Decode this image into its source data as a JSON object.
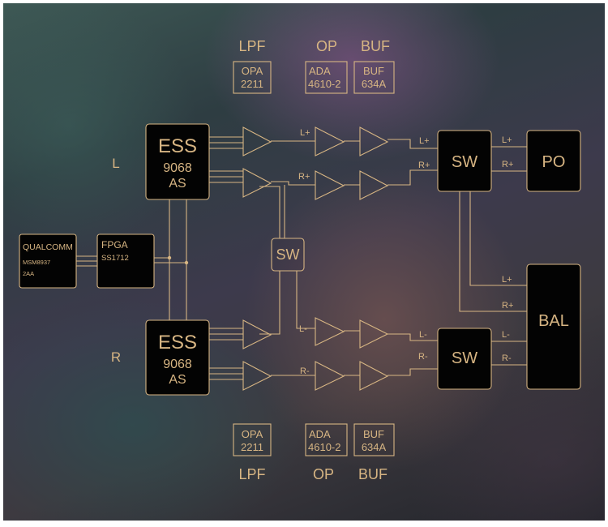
{
  "top_labels": {
    "lpf": "LPF",
    "op": "OP",
    "buf": "BUF"
  },
  "bottom_labels": {
    "lpf": "LPF",
    "op": "OP",
    "buf": "BUF"
  },
  "top_chips": {
    "opa": [
      "OPA",
      "2211"
    ],
    "ada": [
      "ADA",
      "4610-2"
    ],
    "buf": [
      "BUF",
      "634A"
    ]
  },
  "bottom_chips": {
    "opa": [
      "OPA",
      "2211"
    ],
    "ada": [
      "ADA",
      "4610-2"
    ],
    "buf": [
      "BUF",
      "634A"
    ]
  },
  "channel_labels": {
    "left": "L",
    "right": "R"
  },
  "dac_top": {
    "title": "ESS",
    "line1": "9068",
    "line2": "AS"
  },
  "dac_bottom": {
    "title": "ESS",
    "line1": "9068",
    "line2": "AS"
  },
  "qualcomm": {
    "line1": "QUALCOMM",
    "line2": "MSM8937",
    "line3": "2AA"
  },
  "fpga": {
    "line1": "FPGA",
    "line2": "SS1712"
  },
  "center_switch": "SW",
  "switch_top": "SW",
  "switch_bottom": "SW",
  "po": "PO",
  "bal": "BAL",
  "signals": {
    "l_plus": "L+",
    "r_plus": "R+",
    "l_minus": "L-",
    "r_minus": "R-"
  },
  "colors": {
    "gold": "#d7b583",
    "block_fill": "#030303",
    "block_stroke": "#d7b583"
  }
}
